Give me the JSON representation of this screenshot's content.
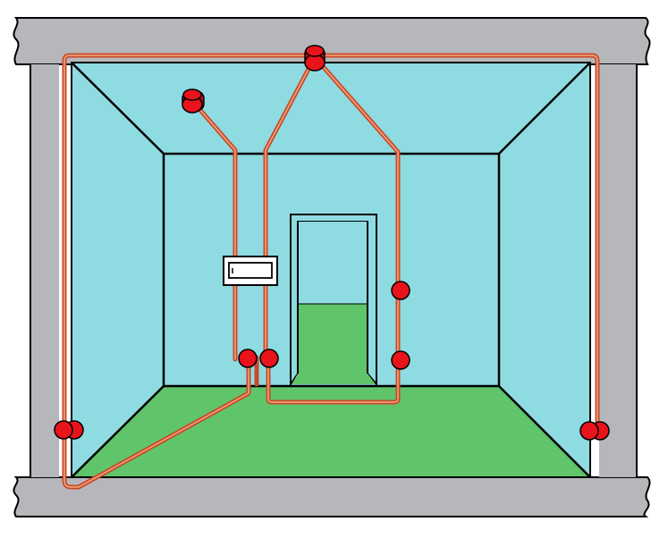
{
  "colors": {
    "wall": "#b6b7ba",
    "ceiling": "#8fdbe2",
    "floor": "#5fc46a",
    "wire": "#e0633a",
    "wire_core": "#f4a77d",
    "device": "#e8131b",
    "outline": "#000000",
    "panel": "#ffffff"
  },
  "elements": {
    "distribution_panel": {
      "icon": "electrical-panel"
    },
    "devices": [
      {
        "kind": "ceiling-light",
        "icon": "ceiling-light-icon"
      },
      {
        "kind": "wall-light",
        "icon": "wall-light-icon"
      },
      {
        "kind": "outlet",
        "icon": "outlet-icon"
      },
      {
        "kind": "outlet",
        "icon": "outlet-icon"
      },
      {
        "kind": "switch",
        "icon": "switch-icon"
      },
      {
        "kind": "switch",
        "icon": "switch-icon"
      },
      {
        "kind": "outlet",
        "icon": "outlet-icon"
      },
      {
        "kind": "outlet",
        "icon": "outlet-icon"
      },
      {
        "kind": "junction",
        "icon": "junction-icon"
      }
    ]
  }
}
